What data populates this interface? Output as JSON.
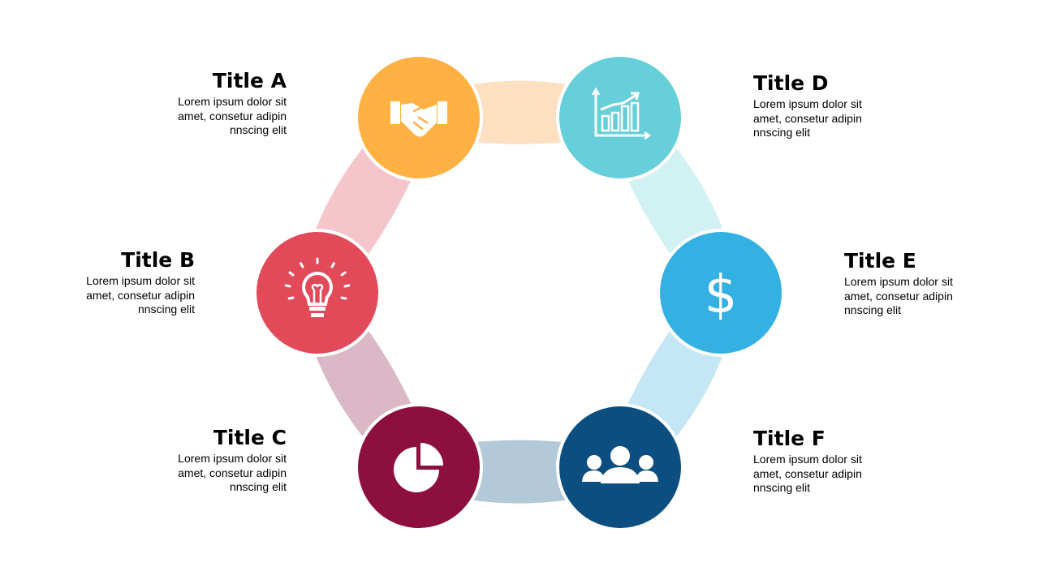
{
  "items": [
    {
      "id": "a",
      "title": "Title A",
      "text": "Lorem ipsum dolor sit\namet, consetur adipin\nnnscing elit",
      "color": "#FFB243",
      "icon": "handshake-icon"
    },
    {
      "id": "b",
      "title": "Title B",
      "text": "Lorem ipsum dolor sit\namet, consetur adipin\nnnscing elit",
      "color": "#E24A5A",
      "icon": "lightbulb-icon"
    },
    {
      "id": "c",
      "title": "Title C",
      "text": "Lorem ipsum dolor sit\namet, consetur adipin\nnnscing elit",
      "color": "#8D0F3E",
      "icon": "pie-chart-icon"
    },
    {
      "id": "d",
      "title": "Title D",
      "text": "Lorem ipsum dolor sit\namet, consetur adipin\nnnscing elit",
      "color": "#66CFD9",
      "icon": "bar-chart-icon"
    },
    {
      "id": "e",
      "title": "Title E",
      "text": "Lorem ipsum dolor sit\namet, consetur adipin\nnnscing elit",
      "color": "#35B0E3",
      "icon": "dollar-icon"
    },
    {
      "id": "f",
      "title": "Title F",
      "text": "Lorem ipsum dolor sit\namet, consetur adipin\nnnscing elit",
      "color": "#0C4E7F",
      "icon": "team-icon"
    }
  ],
  "connectors": [
    {
      "id": "a-d",
      "color": "#FDDFC1"
    },
    {
      "id": "d-e",
      "color": "#D1F1F3"
    },
    {
      "id": "e-f",
      "color": "#C5E6F4"
    },
    {
      "id": "f-c",
      "color": "#B3C9D8"
    },
    {
      "id": "c-b",
      "color": "#DBB8C6"
    },
    {
      "id": "b-a",
      "color": "#F4C6CC"
    }
  ],
  "dollar_symbol": "$"
}
